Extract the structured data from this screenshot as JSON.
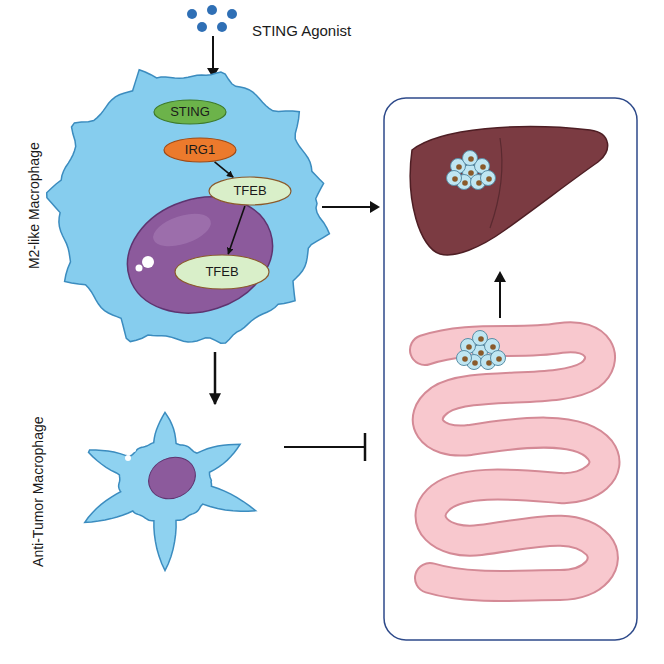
{
  "diagram": {
    "nodes": [
      {
        "text": [
          "M2-like Macrophage"
        ]
      },
      {
        "text": [
          "STING"
        ],
        "in": 0
      },
      {
        "text": [
          "IRG1"
        ],
        "in": 0
      },
      {
        "text": [
          "TFEB"
        ],
        "in": 0
      },
      {
        "text": [
          "TFEB"
        ],
        "in": 0
      },
      {
        "text": [
          "Anti-Tumor Macrophage"
        ]
      }
    ],
    "edges": [
      {
        "from": 2,
        "to": 3,
        "arrow": "to"
      },
      {
        "from": 3,
        "to": 4,
        "arrow": "to"
      },
      {
        "from": 0,
        "to": 5,
        "arrow": "to"
      }
    ],
    "labels": [
      "STING Agonist"
    ]
  }
}
